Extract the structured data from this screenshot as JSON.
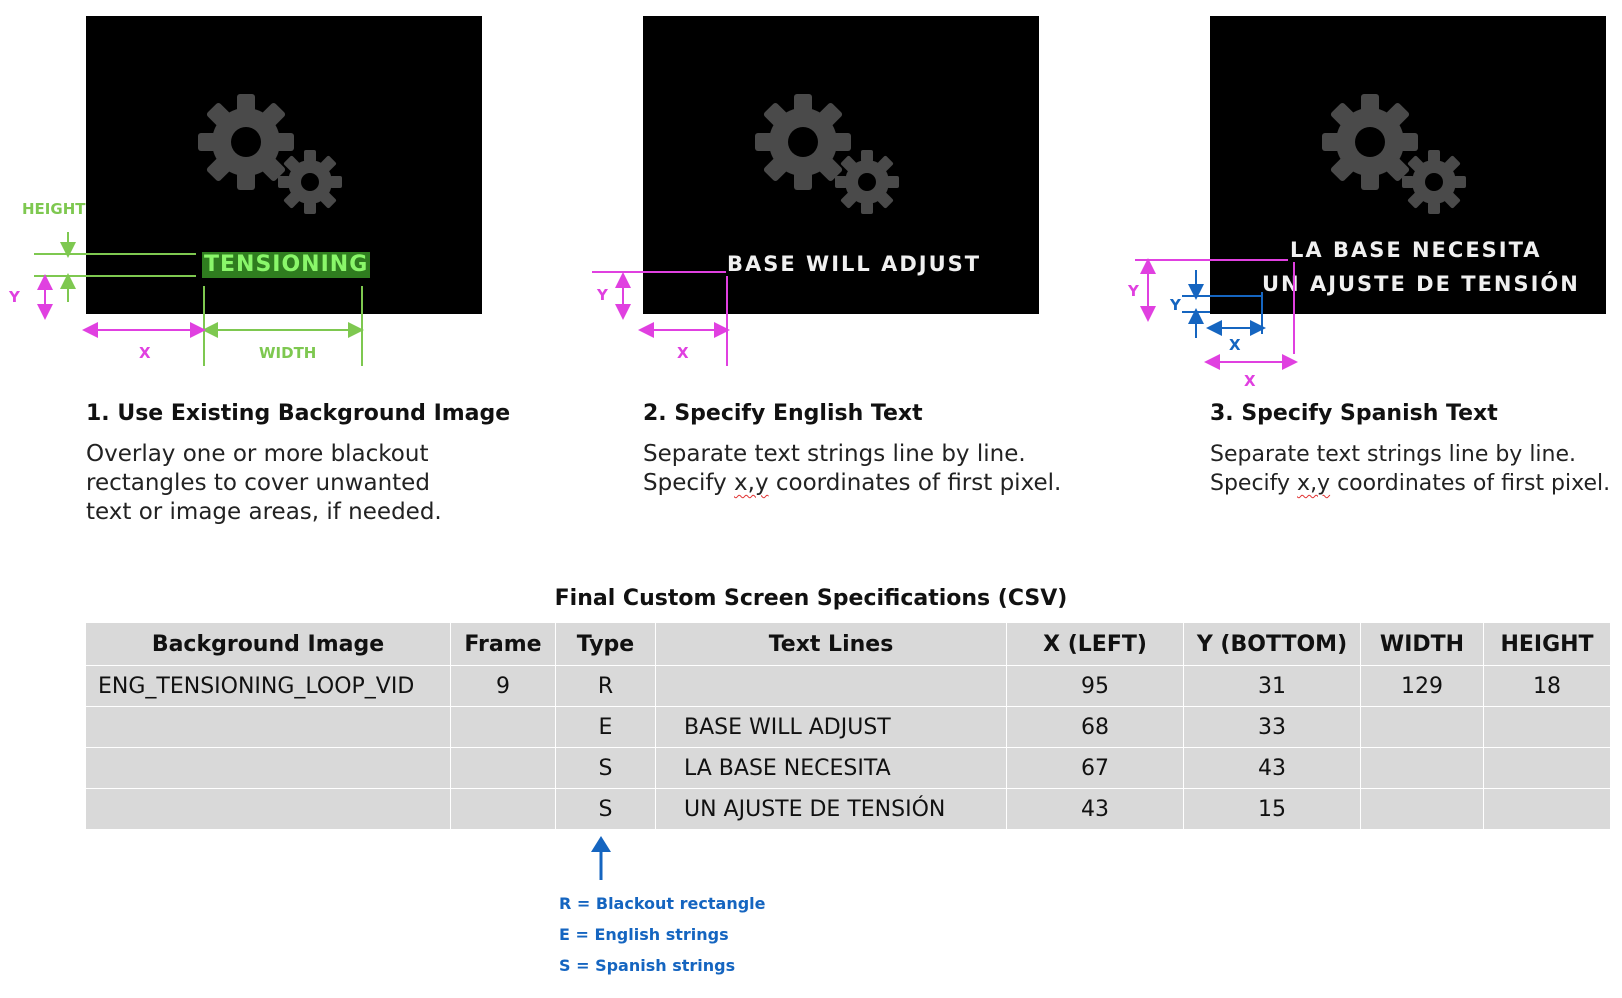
{
  "panels": [
    {
      "screen_text_lines": [
        "TENSIONING"
      ],
      "title": "1. Use Existing Background Image",
      "body_lines": [
        "Overlay one or more blackout",
        "rectangles to cover unwanted",
        "text or image areas, if needed."
      ],
      "labels": {
        "height": "HEIGHT",
        "y": "Y",
        "x": "X",
        "width": "WIDTH"
      }
    },
    {
      "screen_text_lines": [
        "BASE WILL ADJUST"
      ],
      "title": "2. Specify English Text",
      "body_line_1": "Separate text strings line by line.",
      "body_line_2_pre": "Specify ",
      "body_line_2_xy": "x,y",
      "body_line_2_post": " coordinates of first pixel.",
      "labels": {
        "y": "Y",
        "x": "X"
      }
    },
    {
      "screen_text_lines": [
        "LA BASE NECESITA",
        "UN AJUSTE DE TENSIÓN"
      ],
      "title": "3. Specify Spanish Text",
      "body_line_1": "Separate text strings line by line.",
      "body_line_2_pre": "Specify ",
      "body_line_2_xy": "x,y",
      "body_line_2_post": " coordinates of first pixel.",
      "labels": {
        "y_outer": "Y",
        "y_inner": "Y",
        "x_inner": "X",
        "x_outer": "X"
      }
    }
  ],
  "table": {
    "title": "Final Custom Screen Specifications (CSV)",
    "headers": [
      "Background Image",
      "Frame",
      "Type",
      "Text Lines",
      "X (LEFT)",
      "Y (BOTTOM)",
      "WIDTH",
      "HEIGHT"
    ],
    "rows": [
      [
        "ENG_TENSIONING_LOOP_VID",
        "9",
        "R",
        "",
        "95",
        "31",
        "129",
        "18"
      ],
      [
        "",
        "",
        "E",
        "BASE WILL ADJUST",
        "68",
        "33",
        "",
        ""
      ],
      [
        "",
        "",
        "S",
        "LA BASE NECESITA",
        "67",
        "43",
        "",
        ""
      ],
      [
        "",
        "",
        "S",
        "UN AJUSTE DE TENSIÓN",
        "43",
        "15",
        "",
        ""
      ]
    ]
  },
  "legend": [
    "R = Blackout rectangle",
    "E = English strings",
    "S = Spanish strings"
  ],
  "colors": {
    "measure_pink": "#e040e0",
    "measure_green": "#7ec850",
    "measure_blue": "#1565c0",
    "table_fill": "#d9d9d9",
    "gear": "#4a4a4a"
  },
  "icons": [
    "gears-icon"
  ]
}
